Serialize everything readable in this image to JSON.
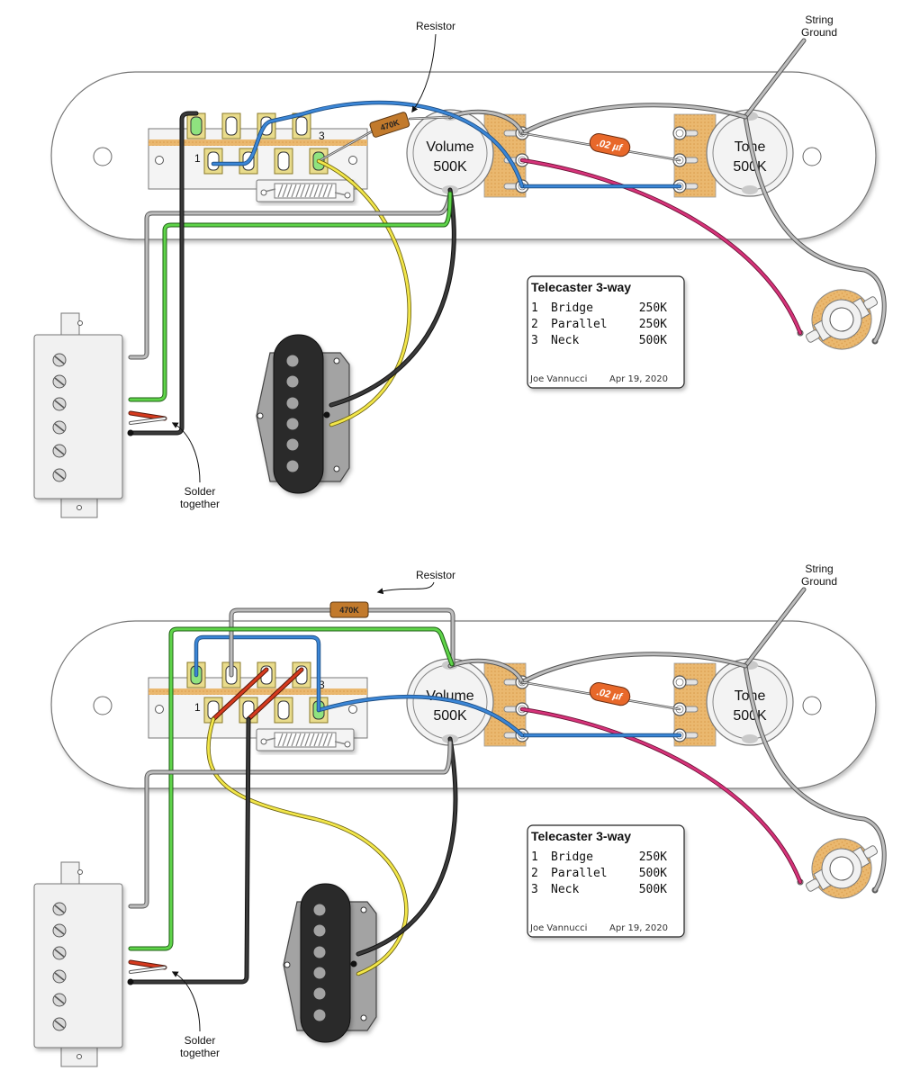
{
  "diagrams": [
    {
      "id": "top",
      "annotations": {
        "resistor": "Resistor",
        "string_ground_line1": "String",
        "string_ground_line2": "Ground",
        "solder_line1": "Solder",
        "solder_line2": "together"
      },
      "switch_labels": {
        "pos1": "1",
        "pos3": "3"
      },
      "resistor_value": "470K",
      "capacitor_value": ".02 µf",
      "volume_pot": {
        "line1": "Volume",
        "line2": "500K"
      },
      "tone_pot": {
        "line1": "Tone",
        "line2": "500K"
      },
      "info_card": {
        "title": "Telecaster 3-way",
        "rows": [
          {
            "num": "1",
            "name": "Bridge",
            "value": "250K",
            "highlight": false
          },
          {
            "num": "2",
            "name": "Parallel",
            "value": "250K",
            "highlight": true
          },
          {
            "num": "3",
            "name": "Neck",
            "value": "500K",
            "highlight": false
          }
        ],
        "author": "Joe Vannucci",
        "date": "Apr 19, 2020"
      }
    },
    {
      "id": "bottom",
      "annotations": {
        "resistor": "Resistor",
        "string_ground_line1": "String",
        "string_ground_line2": "Ground",
        "solder_line1": "Solder",
        "solder_line2": "together"
      },
      "switch_labels": {
        "pos1": "1",
        "pos3": "3"
      },
      "resistor_value": "470K",
      "capacitor_value": ".02 µf",
      "volume_pot": {
        "line1": "Volume",
        "line2": "500K"
      },
      "tone_pot": {
        "line1": "Tone",
        "line2": "500K"
      },
      "info_card": {
        "title": "Telecaster 3-way",
        "rows": [
          {
            "num": "1",
            "name": "Bridge",
            "value": "250K",
            "highlight": false
          },
          {
            "num": "2",
            "name": "Parallel",
            "value": "500K",
            "highlight": true
          },
          {
            "num": "3",
            "name": "Neck",
            "value": "500K",
            "highlight": false
          }
        ],
        "author": "Joe Vannucci",
        "date": "Apr 19, 2020"
      }
    }
  ],
  "colors": {
    "highlight": "#e8402a",
    "wire_blue": "#3b86d6",
    "wire_green": "#5fd44a",
    "wire_yellow": "#f2e64a",
    "wire_magenta": "#d6337a",
    "wire_gray": "#bdbdbd",
    "wire_black": "#3a3a3a",
    "wire_red": "#d63a1e",
    "resistor": "#c27a2c",
    "capacitor": "#e8682a",
    "pot_back": "#e9b36a"
  }
}
